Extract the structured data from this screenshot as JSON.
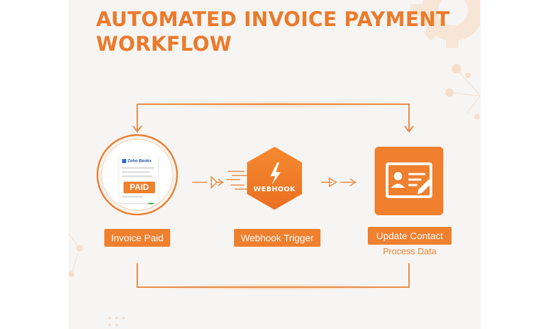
{
  "title": {
    "line1": "AUTOMATED INVOICE PAYMENT",
    "line2": "WORKFLOW"
  },
  "colors": {
    "accent": "#f07f2e",
    "accent_dark": "#ec7a2b",
    "background": "#f7f5f3"
  },
  "nodes": [
    {
      "label": "Invoice Paid",
      "icon": "paid-invoice-icon"
    },
    {
      "label": "Webhook Trigger",
      "icon": "webhook-hexagon-icon"
    },
    {
      "label": "Update Contact",
      "sublabel": "Process Data",
      "icon": "contact-card-edit-icon"
    }
  ],
  "invoice_card": {
    "brand": "Zoho Books",
    "stamp": "PAID"
  },
  "webhook_badge": "WEBHOOK"
}
